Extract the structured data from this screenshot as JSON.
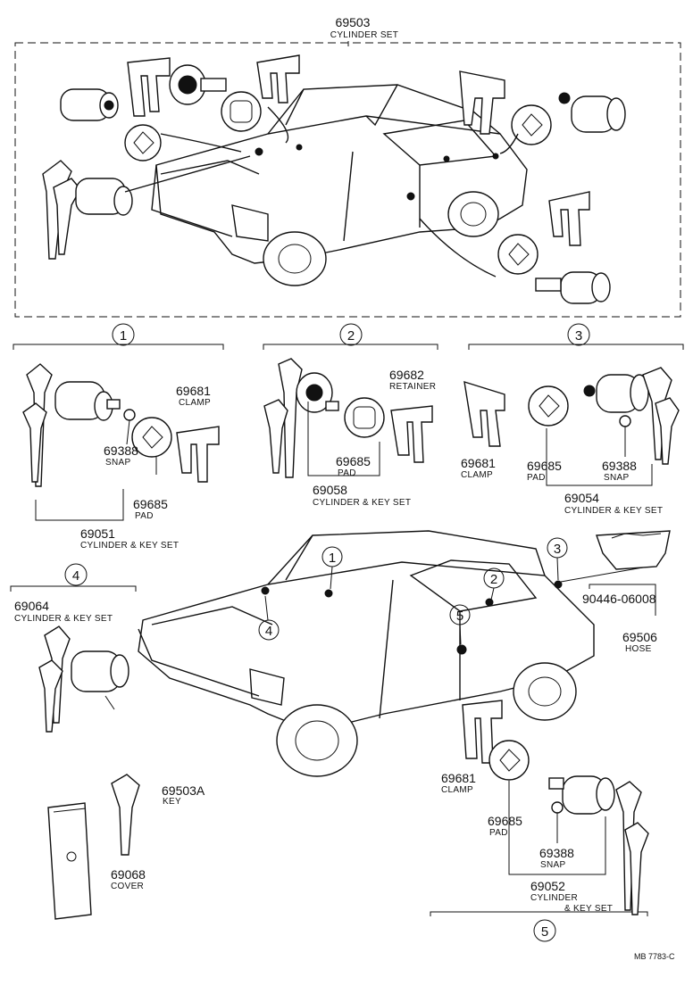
{
  "diagram": {
    "callouts": [
      {
        "num": "69503",
        "name": "CYLINDER SET"
      },
      {
        "num": "69681",
        "name": "CLAMP"
      },
      {
        "num": "69388",
        "name": "SNAP"
      },
      {
        "num": "69685",
        "name": "PAD"
      },
      {
        "num": "69051",
        "name": "CYLINDER & KEY SET"
      },
      {
        "num": "69682",
        "name": "RETAINER"
      },
      {
        "num": "69685",
        "name": "PAD"
      },
      {
        "num": "69058",
        "name": "CYLINDER & KEY SET"
      },
      {
        "num": "69681",
        "name": "CLAMP"
      },
      {
        "num": "69685",
        "name": "PAD"
      },
      {
        "num": "69388",
        "name": "SNAP"
      },
      {
        "num": "69054",
        "name": "CYLINDER & KEY SET"
      },
      {
        "num": "69064",
        "name": "CYLINDER & KEY SET"
      },
      {
        "num": "90446-06008",
        "name": ""
      },
      {
        "num": "69506",
        "name": "HOSE"
      },
      {
        "num": "69503A",
        "name": "KEY"
      },
      {
        "num": "69068",
        "name": "COVER"
      },
      {
        "num": "69681",
        "name": "CLAMP"
      },
      {
        "num": "69685",
        "name": "PAD"
      },
      {
        "num": "69388",
        "name": "SNAP"
      },
      {
        "num": "69052",
        "name": "CYLINDER"
      },
      {
        "num": "",
        "name": "& KEY SET"
      }
    ],
    "group_markers": [
      "1",
      "2",
      "3",
      "4",
      "5"
    ],
    "car_markers": [
      "1",
      "2",
      "3",
      "4",
      "5"
    ],
    "footer_code": "MB  7783-C"
  }
}
